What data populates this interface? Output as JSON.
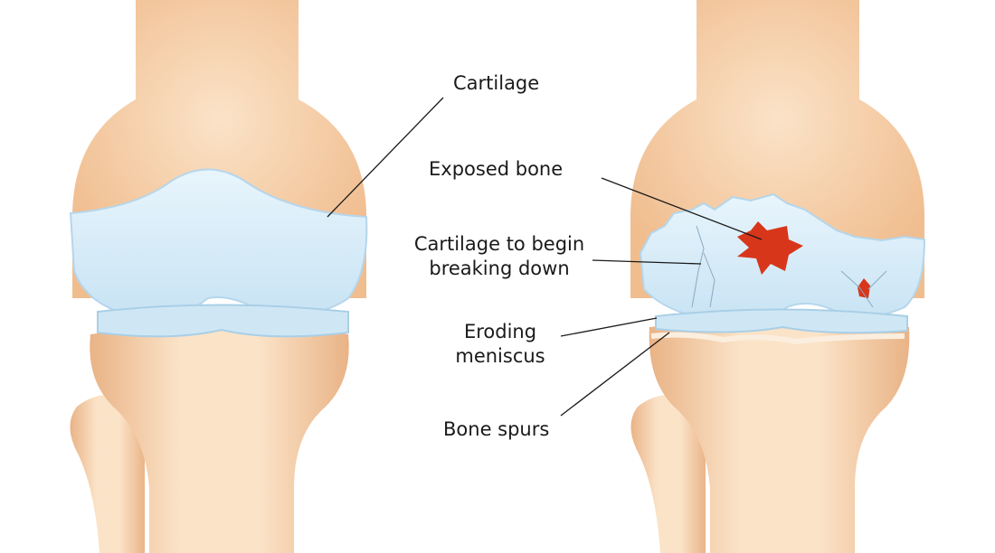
{
  "labels": {
    "cartilage": "Cartilage",
    "exposed_bone": "Exposed bone",
    "cartilage_breaking_line1": "Cartilage to begin",
    "cartilage_breaking_line2": "breaking down",
    "eroding_meniscus_line1": "Eroding",
    "eroding_meniscus_line2": "meniscus",
    "bone_spurs": "Bone spurs"
  },
  "colors": {
    "bone": "#f3c79c",
    "bone_light": "#fbe3c8",
    "cartilage": "#d6ecf8",
    "cartilage_edge": "#b5d6ec",
    "exposed_bone": "#d8361a",
    "leader_line": "#1a1a1a"
  }
}
